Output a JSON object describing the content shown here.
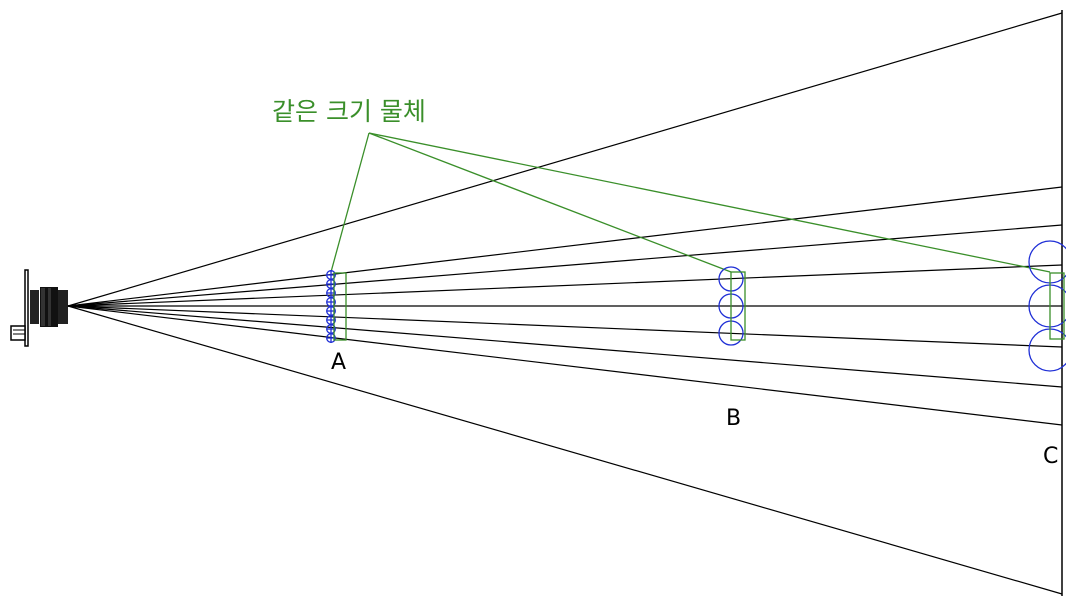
{
  "annotation": {
    "text": "같은 크기 물체"
  },
  "positions": [
    {
      "label": "A"
    },
    {
      "label": "B"
    },
    {
      "label": "C"
    }
  ],
  "colors": {
    "line": "#000000",
    "annotation": "#3a8f2a",
    "circle": "#1f2fd6",
    "object_box": "#3a8f2a"
  },
  "icons": {
    "camera": "camera-lens-icon"
  }
}
